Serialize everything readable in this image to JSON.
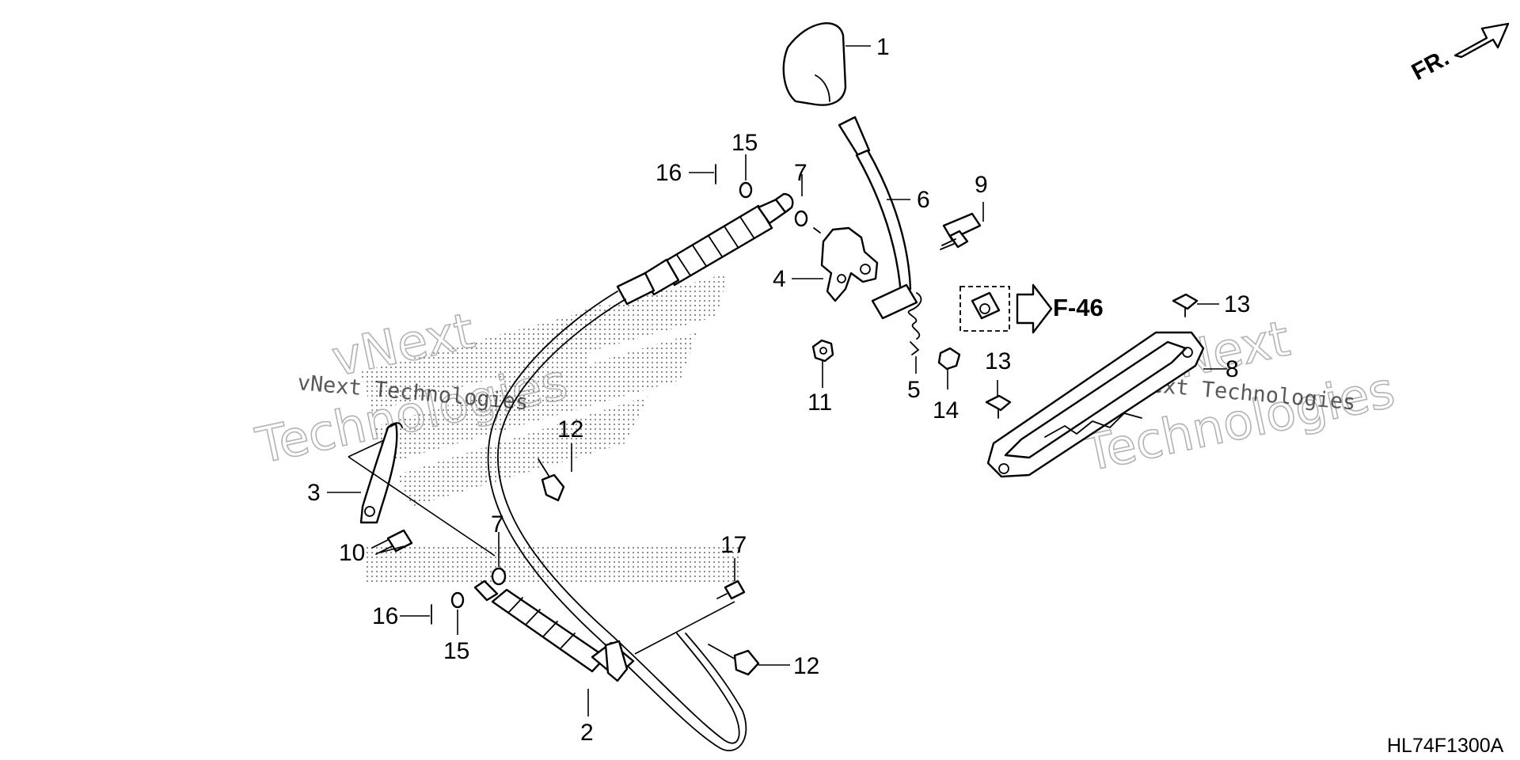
{
  "diagram": {
    "callouts": [
      "1",
      "2",
      "3",
      "4",
      "5",
      "6",
      "7",
      "7",
      "8",
      "9",
      "10",
      "11",
      "12",
      "12",
      "13",
      "13",
      "14",
      "15",
      "15",
      "16",
      "16",
      "17"
    ],
    "reference_label": "F-46",
    "drawing_code": "HL74F1300A",
    "front_indicator": "FR.",
    "watermark": {
      "line_small": "vNext Technologies",
      "line_big_1": "vNext",
      "line_big_2": "Technologies"
    }
  }
}
